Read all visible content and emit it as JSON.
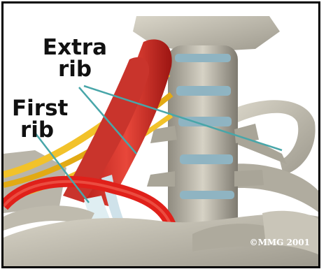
{
  "labels": {
    "extra_rib": "Extra rib",
    "first_rib": "First rib"
  },
  "copyright": "©MMG 2001",
  "colors": {
    "bone": "#c7c3b6",
    "bone_shadow": "#8f8b80",
    "disc": "#8fb4c2",
    "muscle": "#d8302a",
    "artery": "#e0201a",
    "nerve": "#f2c22a",
    "tendon": "#dfeef2",
    "pointer_line": "#48a6a9"
  }
}
